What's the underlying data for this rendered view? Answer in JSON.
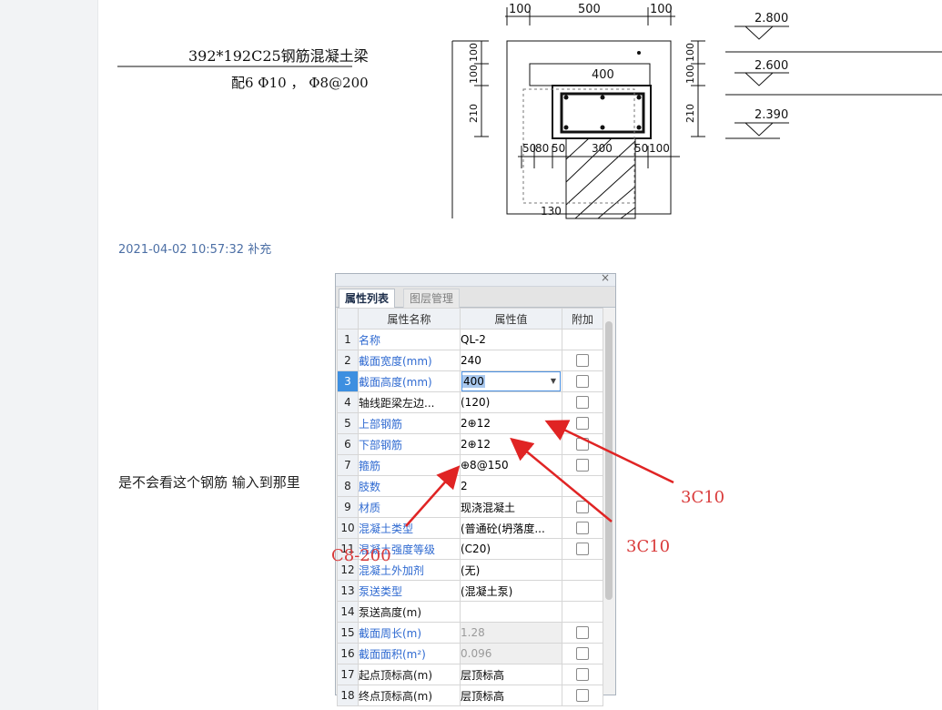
{
  "drawing": {
    "beam_title": "392*192C25钢筋混凝土梁",
    "beam_rebar": "配6 Φ10 ， Φ8@200",
    "dims_top": [
      "100",
      "500",
      "100"
    ],
    "dim_inner_width": "400",
    "dims_bottom": [
      "50",
      "80",
      "50",
      "300",
      "50",
      "100"
    ],
    "dims_left_vertical": [
      "100",
      "100",
      "210"
    ],
    "dims_right_vertical": [
      "100",
      "100",
      "210"
    ],
    "dim_bottom_depth": "130",
    "elevations": [
      "2.800",
      "2.600",
      "2.390"
    ]
  },
  "timestamp": "2021-04-02 10:57:32 补充",
  "question": "是不会看这个钢筋  输入到那里",
  "panel": {
    "close_icon": "×",
    "tabs": [
      "属性列表",
      "图层管理"
    ],
    "headers": {
      "num": "",
      "name": "属性名称",
      "value": "属性值",
      "extra": "附加"
    },
    "rows": [
      {
        "num": "1",
        "name": "名称",
        "value": "QL-2",
        "name_color": "blue",
        "checkbox": false,
        "grey": false
      },
      {
        "num": "2",
        "name": "截面宽度(mm)",
        "value": "240",
        "name_color": "blue",
        "checkbox": true,
        "grey": false
      },
      {
        "num": "3",
        "name": "截面高度(mm)",
        "value": "400",
        "name_color": "blue",
        "checkbox": true,
        "grey": false,
        "selected": true
      },
      {
        "num": "4",
        "name": "轴线距梁左边...",
        "value": "(120)",
        "name_color": "black",
        "checkbox": true,
        "grey": false
      },
      {
        "num": "5",
        "name": "上部钢筋",
        "value": "2⊕12",
        "name_color": "blue",
        "checkbox": true,
        "grey": false
      },
      {
        "num": "6",
        "name": "下部钢筋",
        "value": "2⊕12",
        "name_color": "blue",
        "checkbox": true,
        "grey": false
      },
      {
        "num": "7",
        "name": "箍筋",
        "value": "⊕8@150",
        "name_color": "blue",
        "checkbox": true,
        "grey": false
      },
      {
        "num": "8",
        "name": "肢数",
        "value": "2",
        "name_color": "blue",
        "checkbox": false,
        "grey": false
      },
      {
        "num": "9",
        "name": "材质",
        "value": "现浇混凝土",
        "name_color": "blue",
        "checkbox": true,
        "grey": false
      },
      {
        "num": "10",
        "name": "混凝土类型",
        "value": "(普通砼(坍落度...",
        "name_color": "blue",
        "checkbox": true,
        "grey": false
      },
      {
        "num": "11",
        "name": "混凝土强度等级",
        "value": "(C20)",
        "name_color": "blue",
        "checkbox": true,
        "grey": false
      },
      {
        "num": "12",
        "name": "混凝土外加剂",
        "value": "(无)",
        "name_color": "blue",
        "checkbox": false,
        "grey": false
      },
      {
        "num": "13",
        "name": "泵送类型",
        "value": "(混凝土泵)",
        "name_color": "blue",
        "checkbox": false,
        "grey": false
      },
      {
        "num": "14",
        "name": "泵送高度(m)",
        "value": "",
        "name_color": "black",
        "checkbox": false,
        "grey": false
      },
      {
        "num": "15",
        "name": "截面周长(m)",
        "value": "1.28",
        "name_color": "blue",
        "checkbox": true,
        "grey": true
      },
      {
        "num": "16",
        "name": "截面面积(m²)",
        "value": "0.096",
        "name_color": "blue",
        "checkbox": true,
        "grey": true
      },
      {
        "num": "17",
        "name": "起点顶标高(m)",
        "value": "层顶标高",
        "name_color": "black",
        "checkbox": true,
        "grey": false
      },
      {
        "num": "18",
        "name": "终点顶标高(m)",
        "value": "层顶标高",
        "name_color": "black",
        "checkbox": true,
        "grey": false
      }
    ]
  },
  "annotations": {
    "label_top": "3C10",
    "label_bottom": "3C10",
    "label_stirrup": "C8-200",
    "color": "#d93a3a"
  }
}
